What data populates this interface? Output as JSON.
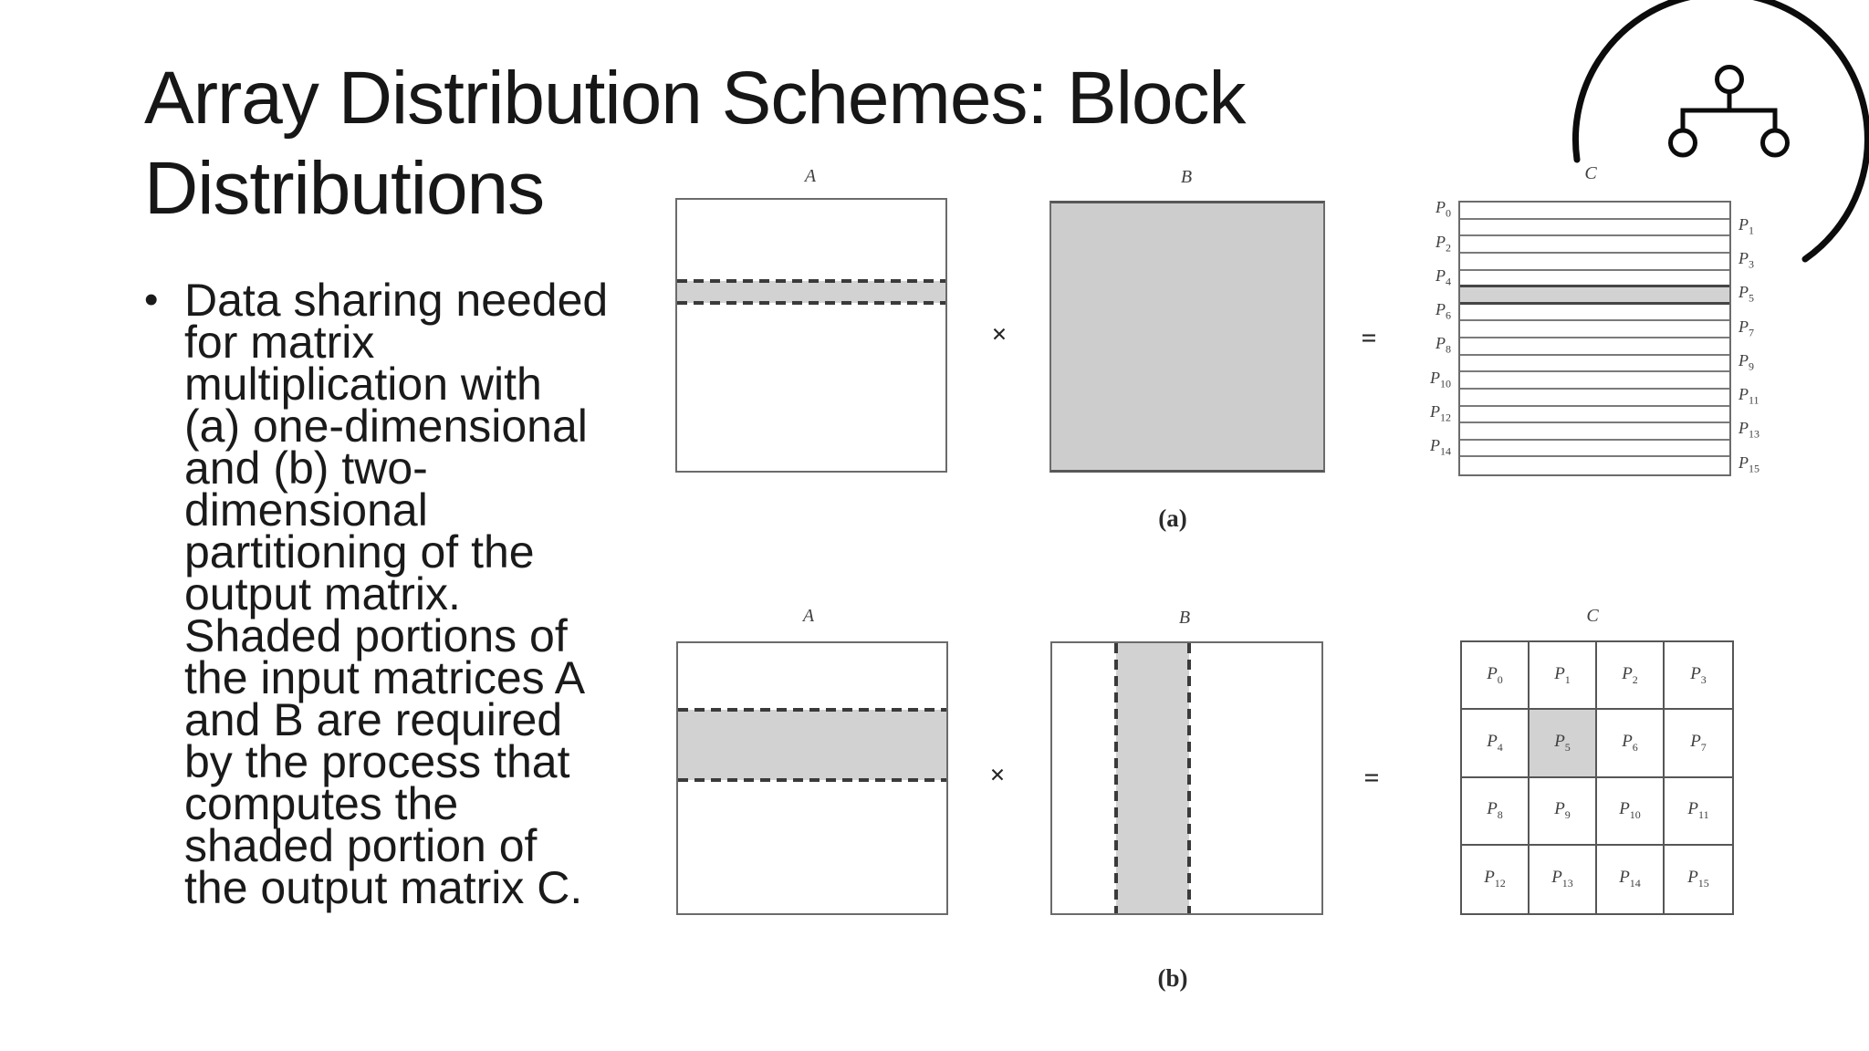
{
  "slide": {
    "title_lines": [
      "Array Distribution Schemes: Block",
      "Distributions"
    ],
    "bullet_char": "•",
    "bullet_lines": [
      "Data sharing needed",
      "for matrix",
      "multiplication with",
      "(a) one-dimensional",
      "and (b) two-",
      "dimensional",
      "partitioning of the",
      "output matrix.",
      "Shaded portions of",
      "the input matrices A",
      "and B are required",
      "by the process that",
      "computes the",
      "shaded portion of",
      "the output matrix C."
    ]
  },
  "colors": {
    "shade": "#d2d2d2",
    "solid_shade": "#cdcdcd",
    "border": "#6b6b6b",
    "dash": "#3a3a3a",
    "grid_line": "#565656",
    "strip_line": "#7a7a7a",
    "strip_line_dark": "#454545"
  },
  "icon": {
    "name": "hierarchy-tree-in-circle"
  },
  "figure": {
    "p_prefix": "P",
    "operators": {
      "times": "×",
      "equals": "="
    },
    "row_a": {
      "label_a": "A",
      "label_b": "B",
      "label_c": "C",
      "caption": "(a)",
      "c_strip_count": 16,
      "c_shaded_index": 5,
      "c_left_subs": [
        "0",
        "2",
        "4",
        "6",
        "8",
        "10",
        "12",
        "14"
      ],
      "c_right_subs": [
        "1",
        "3",
        "5",
        "7",
        "9",
        "11",
        "13",
        "15"
      ]
    },
    "row_b": {
      "label_a": "A",
      "label_b": "B",
      "label_c": "C",
      "caption": "(b)",
      "grid_rows": 4,
      "grid_cols": 4,
      "grid_subs": [
        [
          "0",
          "1",
          "2",
          "3"
        ],
        [
          "4",
          "5",
          "6",
          "7"
        ],
        [
          "8",
          "9",
          "10",
          "11"
        ],
        [
          "12",
          "13",
          "14",
          "15"
        ]
      ],
      "shaded_sub": "5"
    }
  }
}
